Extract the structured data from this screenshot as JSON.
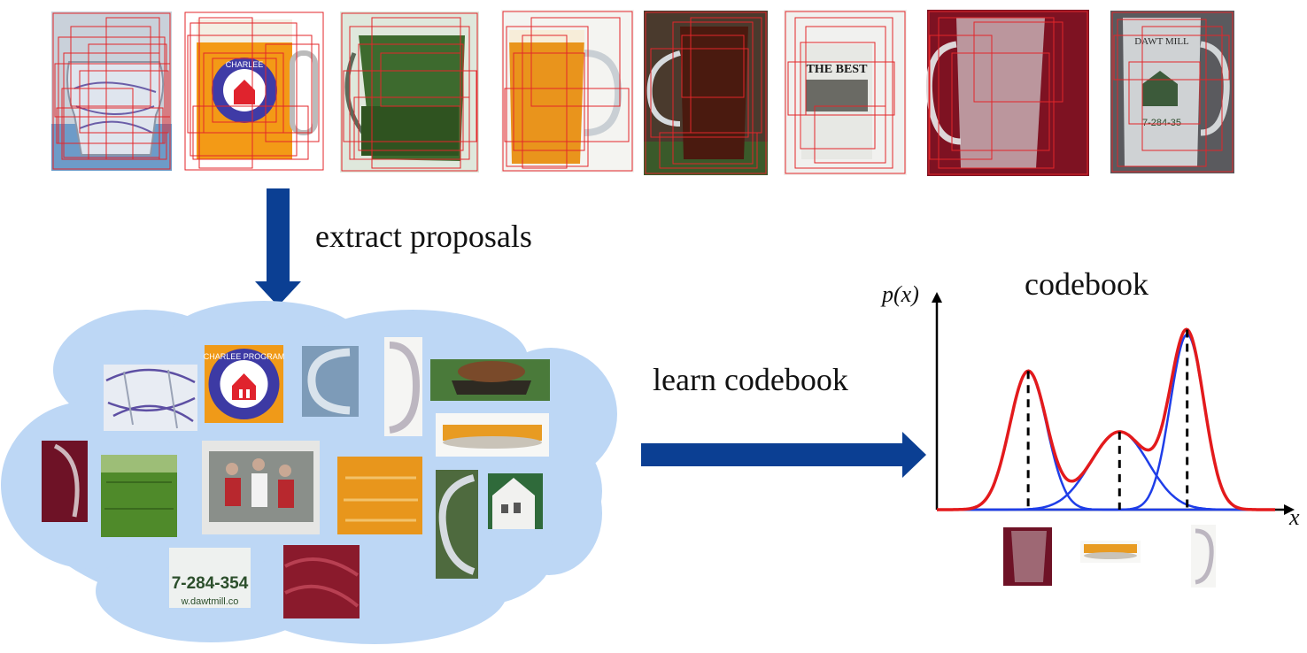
{
  "labels": {
    "extract": "extract proposals",
    "learn": "learn codebook",
    "codebook": "codebook",
    "y_axis": "p(x)",
    "x_axis": "x"
  },
  "proposal_text": {
    "logo_ring": "CHARLEE PROGRAM",
    "logo_ring_small": "CHARLEE",
    "number_line": "7-284-354",
    "url_line": "w.dawtmill.co",
    "banner": "THE BEST",
    "mill_top": "DAWT MILL",
    "mill_number": "7-284-35"
  },
  "colors": {
    "arrow": "#0b3f93",
    "cloud": "#bdd7f5",
    "mixture": "#e31a1c",
    "component": "#1f3ee8",
    "box": "#e3262a"
  },
  "chart_data": {
    "type": "line",
    "title": "codebook",
    "xlabel": "x",
    "ylabel": "p(x)",
    "x_range": [
      0,
      1
    ],
    "y_range": [
      0,
      1
    ],
    "series": [
      {
        "kind": "component",
        "components": [
          {
            "mean": 0.27,
            "sd": 0.055,
            "weight": 0.71
          },
          {
            "mean": 0.54,
            "sd": 0.085,
            "weight": 0.4
          },
          {
            "mean": 0.74,
            "sd": 0.05,
            "weight": 0.9
          }
        ]
      },
      {
        "kind": "mixture"
      }
    ],
    "modes": [
      0.27,
      0.54,
      0.74
    ]
  }
}
